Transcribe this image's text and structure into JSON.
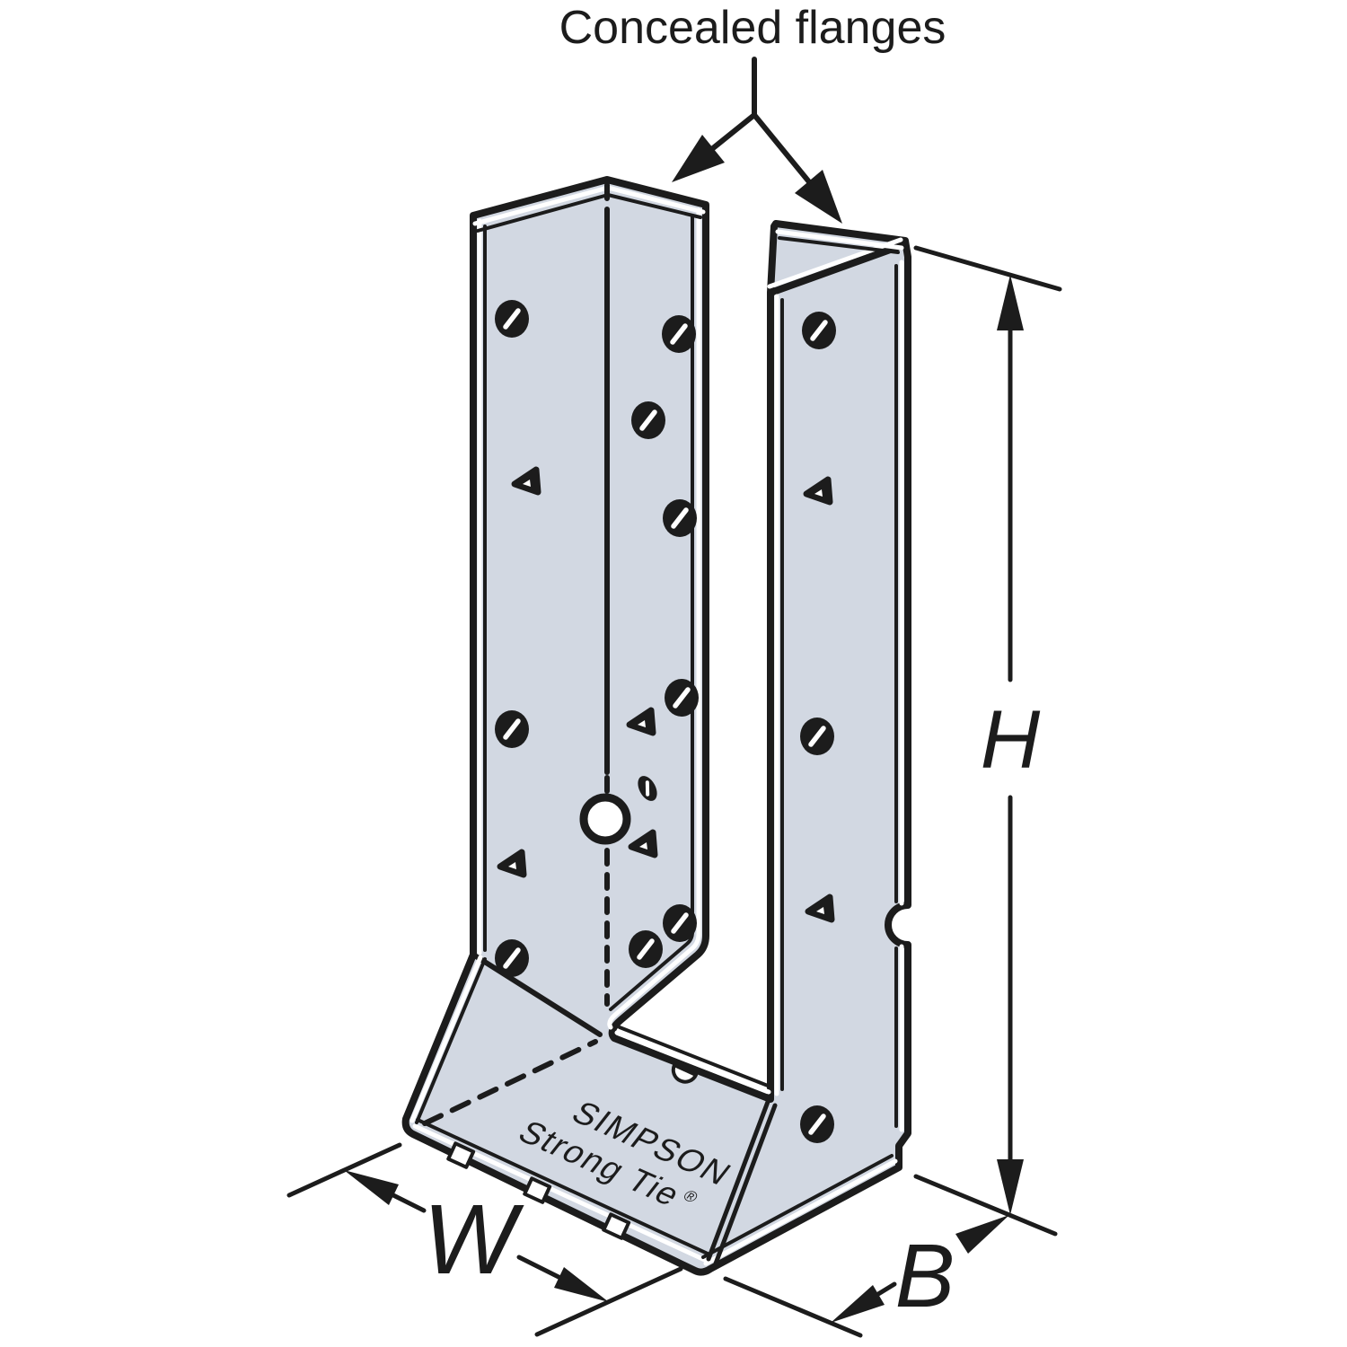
{
  "figure": {
    "description": "Isometric line drawing of a U-shaped joist hanger with concealed (folded-back) top flanges, shown with dimension arrows",
    "callout": {
      "text": "Concealed flanges"
    },
    "dimension_labels": {
      "width": "W",
      "bearing": "B",
      "height": "H"
    },
    "brand_stamp": {
      "line1": "SIMPSON",
      "line2": "Strong Tie",
      "registered_mark": "®"
    }
  },
  "colors": {
    "background": "#ffffff",
    "steel_fill": "#d2d8e2",
    "line": "#1c1c1c"
  }
}
